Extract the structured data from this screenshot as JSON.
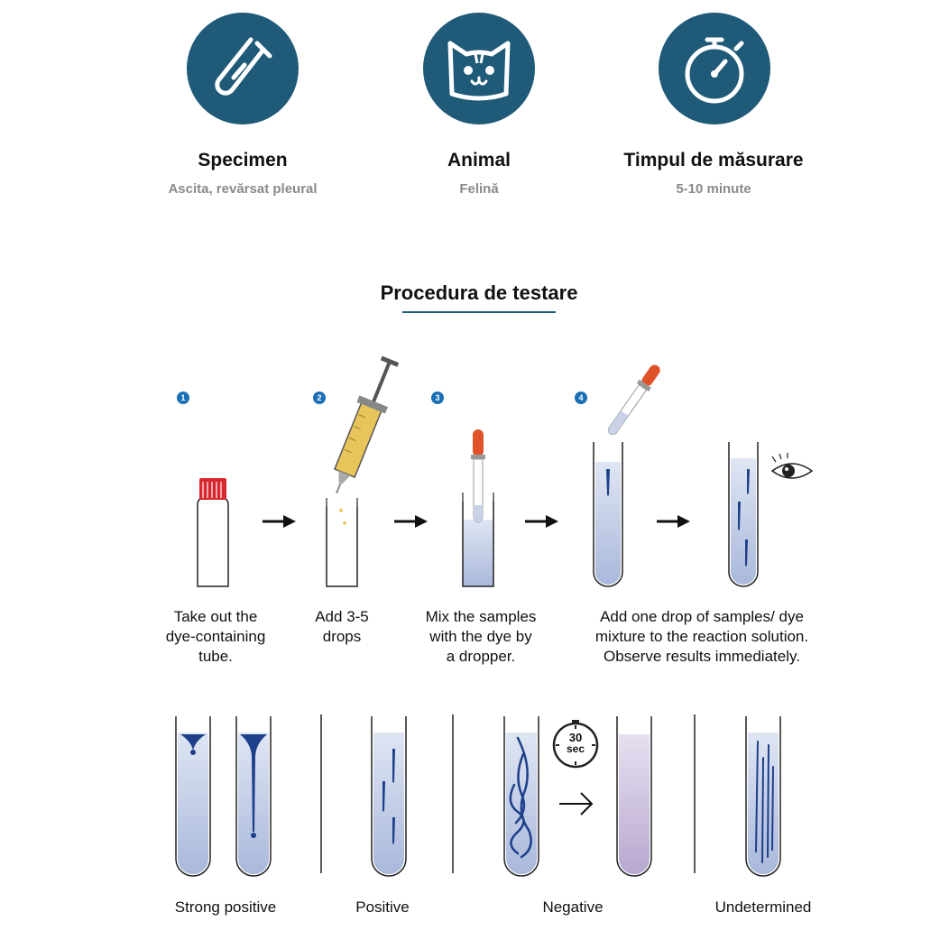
{
  "info": {
    "specimen": {
      "icon": "test-tube-icon",
      "title": "Specimen",
      "value": "Ascita, revărsat pleural"
    },
    "animal": {
      "icon": "cat-icon",
      "title": "Animal",
      "value": "Felină"
    },
    "time": {
      "icon": "stopwatch-icon",
      "title": "Timpul de măsurare",
      "value": "5-10 minute"
    }
  },
  "procedure": {
    "title": "Procedura de testare",
    "steps": [
      {
        "number": "1",
        "caption": [
          "Take out the",
          "dye-containing",
          "tube."
        ]
      },
      {
        "number": "2",
        "caption": [
          "Add 3-5",
          "drops"
        ]
      },
      {
        "number": "3",
        "caption": [
          "Mix the samples",
          "with the dye by",
          "a dropper."
        ]
      },
      {
        "number": "4",
        "caption": [
          "Add one drop of samples/ dye",
          "mixture to the reaction solution.",
          "Observe results immediately."
        ]
      }
    ]
  },
  "results": {
    "timer_value": "30",
    "timer_unit": "sec",
    "labels": {
      "strong_positive": "Strong positive",
      "positive": "Positive",
      "negative": "Negative",
      "undetermined": "Undetermined"
    }
  },
  "colors": {
    "brand": "#1f5a78",
    "badge": "#1a6fb5",
    "liquid": "#b9c6e2",
    "dye": "#1e3f8a",
    "cap": "#d8262e",
    "bulb": "#e0522a",
    "syringe_fluid": "#e8c55a",
    "negative_liquid": "#c6b9d8"
  }
}
